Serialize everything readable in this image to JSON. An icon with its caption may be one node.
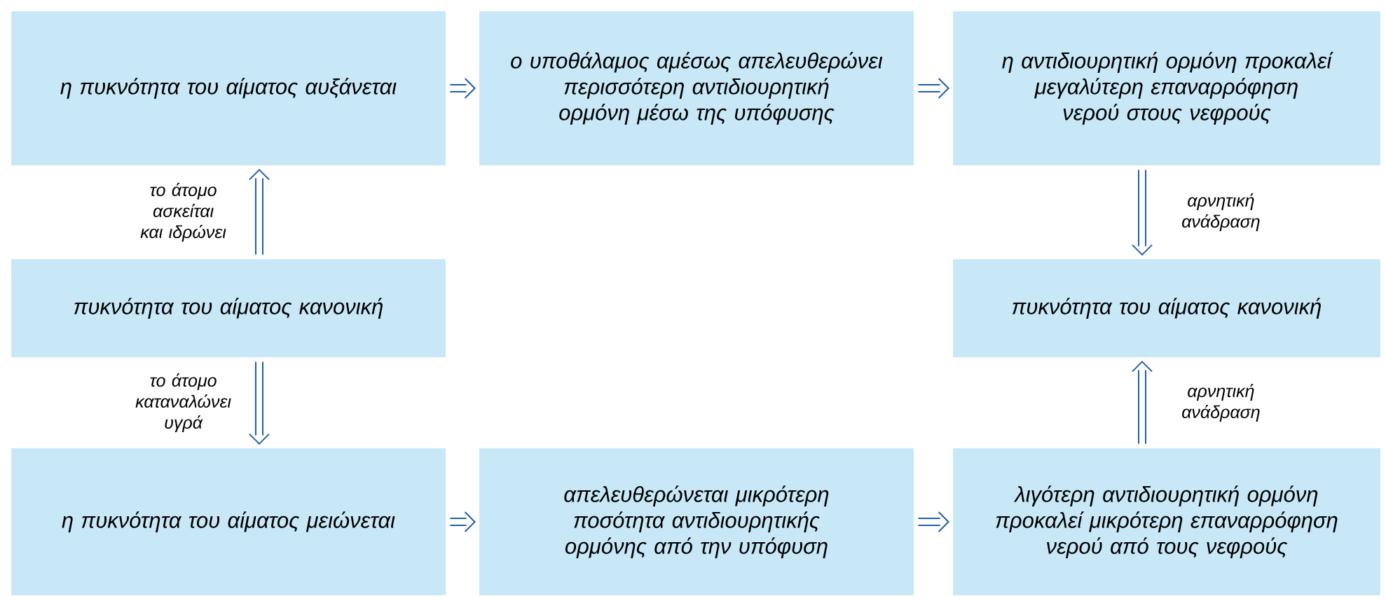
{
  "diagram": {
    "nodes": [
      {
        "text": [
          "η πυκνότητα του αίματος αυξάνεται"
        ]
      },
      {
        "text": [
          "ο υποθάλαμος αμέσως απελευθερώνει περισσότερη αντιδιουρητική ορμόνη μέσω της υπόφυσης"
        ]
      },
      {
        "text": [
          "η αντιδιουρητική ορμόνη προκαλεί μεγαλύτερη επαναρρόφηση νερού στους νεφρούς"
        ]
      },
      {
        "text": [
          "πυκνότητα του αίματος κανονική"
        ]
      },
      {
        "text": [
          "πυκνότητα του αίματος κανονική"
        ]
      },
      {
        "text": [
          "η πυκνότητα του αίματος μειώνεται"
        ]
      },
      {
        "text": [
          "απελευθερώνεται μικρότερη ποσότητα αντιδιουρητικής ορμόνης από την υπόφυση"
        ]
      },
      {
        "text": [
          "λιγότερη αντιδιουρητική ορμόνη προκαλεί μικρότερη επαναρρόφηση νερού από τους νεφρούς"
        ]
      }
    ],
    "edges": [
      {
        "from": 0,
        "to": 1,
        "arrow": "to"
      },
      {
        "from": 1,
        "to": 2,
        "arrow": "to"
      },
      {
        "from": 3,
        "to": 0,
        "arrow": "to",
        "label": "το άτομο ασκείται και ιδρώνει"
      },
      {
        "from": 3,
        "to": 5,
        "arrow": "to",
        "label": "το άτομο καταναλώνει υγρά"
      },
      {
        "from": 2,
        "to": 4,
        "arrow": "to",
        "label": "αρνητική ανάδραση"
      },
      {
        "from": 5,
        "to": 6,
        "arrow": "to"
      },
      {
        "from": 6,
        "to": 7,
        "arrow": "to"
      },
      {
        "from": 7,
        "to": 4,
        "arrow": "to",
        "label": "αρνητική ανάδραση"
      }
    ]
  }
}
